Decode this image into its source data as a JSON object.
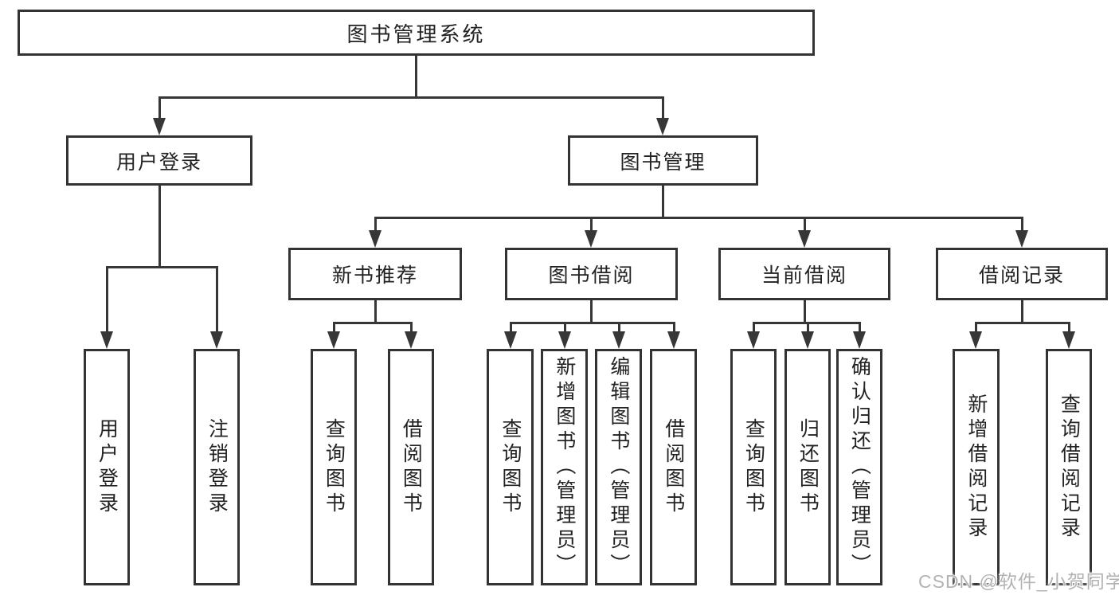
{
  "tree": {
    "root": {
      "label": "图书管理系统"
    },
    "branches": [
      {
        "label": "用户登录",
        "children": [
          {
            "label": "用户登录"
          },
          {
            "label": "注销登录"
          }
        ]
      },
      {
        "label": "图书管理",
        "children": [
          {
            "label": "新书推荐",
            "children": [
              {
                "label": "查询图书"
              },
              {
                "label": "借阅图书"
              }
            ]
          },
          {
            "label": "图书借阅",
            "children": [
              {
                "label": "查询图书"
              },
              {
                "label": "新增图书（管理员）"
              },
              {
                "label": "编辑图书（管理员）"
              },
              {
                "label": "借阅图书"
              }
            ]
          },
          {
            "label": "当前借阅",
            "children": [
              {
                "label": "查询图书"
              },
              {
                "label": "归还图书"
              },
              {
                "label": "确认归还（管理员）"
              }
            ]
          },
          {
            "label": "借阅记录",
            "children": [
              {
                "label": "新增借阅记录"
              },
              {
                "label": "查询借阅记录"
              }
            ]
          }
        ]
      }
    ]
  },
  "watermark": {
    "text": "CSDN @软件_小贺同学"
  },
  "colors": {
    "line": "#373737",
    "box_border": "#333333",
    "text": "#222222",
    "watermark_text": "#b3b3b3",
    "background": "#ffffff"
  }
}
